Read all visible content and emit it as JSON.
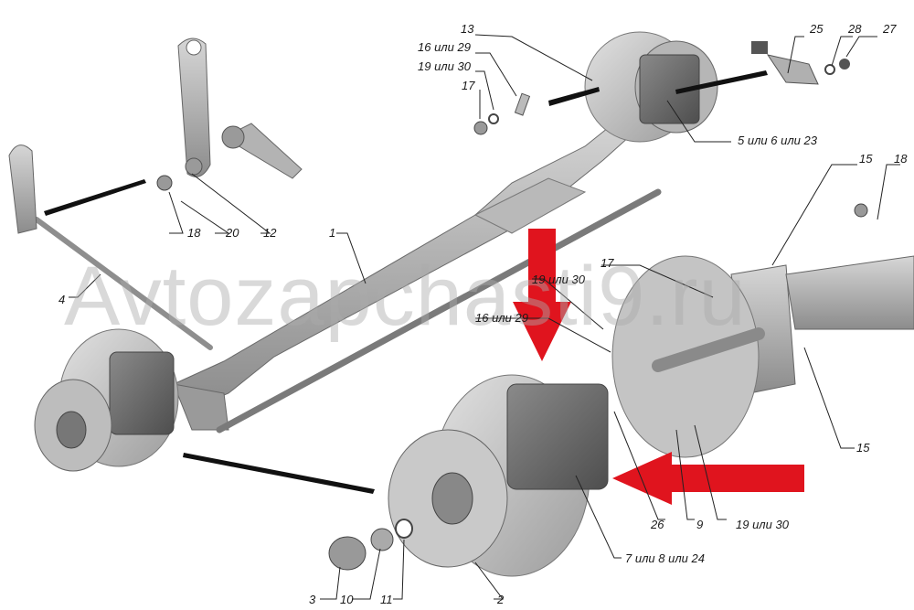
{
  "watermark": "Avtozapchasti9.ru",
  "callouts": {
    "c13": "13",
    "c16_29_top": "16 или 29",
    "c19_30_top": "19 или 30",
    "c17_top": "17",
    "c25": "25",
    "c28": "28",
    "c27": "27",
    "c5_6_23": "5 или 6 или 23",
    "c15_top": "15",
    "c18_right": "18",
    "c18_left": "18",
    "c20": "20",
    "c12": "12",
    "c1": "1",
    "c4": "4",
    "c17_mid": "17",
    "c19_30_mid": "19 или 30",
    "c16_29_mid": "16 или 29",
    "c15_bottom": "15",
    "c26": "26",
    "c9": "9",
    "c19_30_bottom": "19 или 30",
    "c7_8_24": "7 или 8 или 24",
    "c3": "3",
    "c10": "10",
    "c11": "11",
    "c2": "2"
  },
  "colors": {
    "part_light": "#cfcfcf",
    "part_mid": "#a9a9a9",
    "part_dark": "#6e6e6e",
    "line": "#222222",
    "arrow_red": "#e0141e"
  }
}
